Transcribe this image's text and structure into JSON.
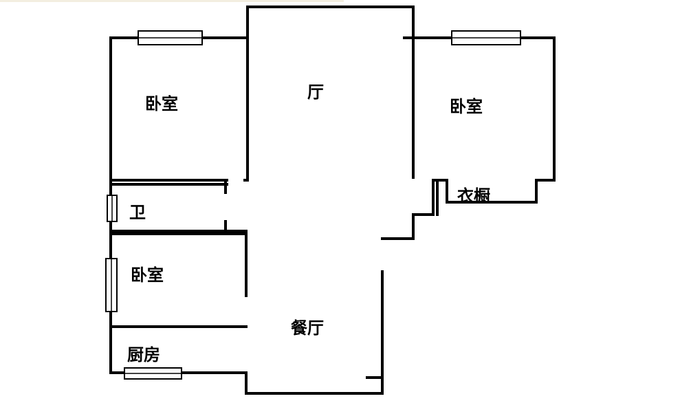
{
  "rooms": {
    "living": "厅",
    "bedroom_left": "卧室",
    "bedroom_right": "卧室",
    "wardrobe": "衣橱",
    "bathroom": "卫",
    "bedroom_small": "卧室",
    "dining": "餐厅",
    "kitchen": "厨房"
  },
  "colors": {
    "wall": "#000000",
    "background": "#ffffff"
  }
}
